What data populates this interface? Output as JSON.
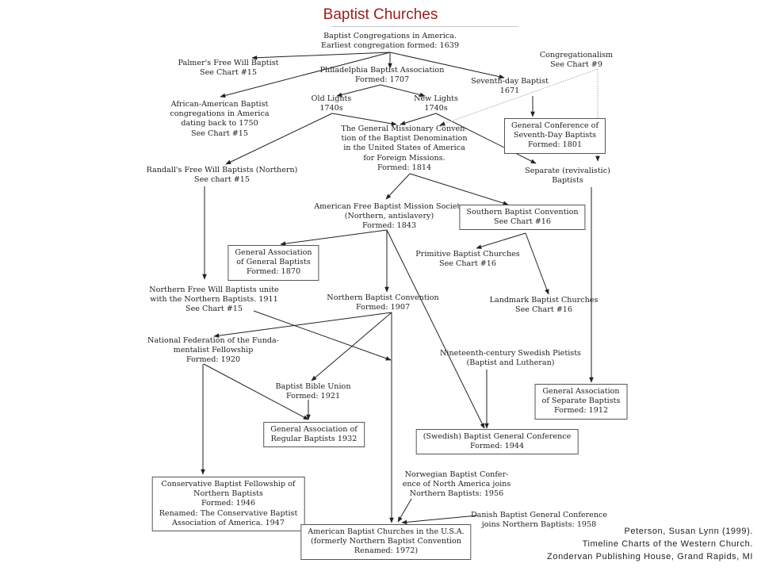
{
  "title": "Baptist Churches",
  "nodes": {
    "root": [
      "Baptist Congregations in America.",
      "Earliest congregation formed: 1639"
    ],
    "palmer": [
      "Palmer's Free Will Baptist",
      "See Chart #15"
    ],
    "philadelphia": [
      "Philadelphia Baptist Association",
      "Formed: 1707"
    ],
    "seventh_day": [
      "Seventh-day Baptist",
      "1671"
    ],
    "congregationalism": [
      "Congregationalism",
      "See Chart #9"
    ],
    "african_american": [
      "African-American Baptist",
      "congregations in America",
      "dating back to 1750",
      "See Chart #15"
    ],
    "old_lights": [
      "Old Lights",
      "1740s"
    ],
    "new_lights": [
      "New Lights",
      "1740s"
    ],
    "general_conf_seventh_day": [
      "General Conference of",
      "Seventh-Day Baptists",
      "Formed: 1801"
    ],
    "general_missionary": [
      "The General Missionary Conven-",
      "tion of the Baptist Denomination",
      "in the United States of America",
      "for Foreign Missions.",
      "Formed: 1814"
    ],
    "randall": [
      "Randall's Free Will Baptists (Northern)",
      "See chart #15"
    ],
    "separate": [
      "Separate (revivalistic)",
      "Baptists"
    ],
    "american_free": [
      "American Free Baptist Mission Society",
      "(Northern, antislavery)",
      "Formed: 1843"
    ],
    "southern": [
      "Southern Baptist Convention",
      "See Chart #16"
    ],
    "general_assoc_general": [
      "General Association",
      "of General Baptists",
      "Formed: 1870"
    ],
    "primitive": [
      "Primitive Baptist Churches",
      "See Chart #16"
    ],
    "northern_free_will": [
      "Northern Free Will Baptists unite",
      "with the Northern Baptists. 1911",
      "See Chart #15"
    ],
    "northern_convention": [
      "Northern Baptist Convention",
      "Formed: 1907"
    ],
    "landmark": [
      "Landmark Baptist Churches",
      "See Chart #16"
    ],
    "national_federation": [
      "National Federation of the Funda-",
      "mentalist Fellowship",
      "Formed: 1920"
    ],
    "swedish_pietists": [
      "Nineteenth-century Swedish Pietists",
      "(Baptist and Lutheran)"
    ],
    "bible_union": [
      "Baptist Bible Union",
      "Formed: 1921"
    ],
    "general_assoc_separate": [
      "General Association",
      "of Separate Baptists",
      "Formed: 1912"
    ],
    "garb": [
      "General Association of",
      "Regular Baptists 1932"
    ],
    "swedish_conf": [
      "(Swedish) Baptist General Conference",
      "Formed: 1944"
    ],
    "norwegian": [
      "Norwegian Baptist Confer-",
      "ence of North America joins",
      "Northern Baptists: 1956"
    ],
    "conservative": [
      "Conservative Baptist Fellowship of",
      "Northern Baptists",
      "Formed: 1946",
      "Renamed: The Conservative Baptist",
      "Association of America. 1947"
    ],
    "danish": [
      "Danish Baptist General Conference",
      "joins Northern Baptists: 1958"
    ],
    "american_baptist_usa": [
      "American Baptist Churches in the U.S.A.",
      "(formerly Northern Baptist Convention",
      "Renamed: 1972)"
    ]
  },
  "credit": [
    "Peterson, Susan Lynn (1999).",
    "Timeline Charts of the Western Church.",
    "Zondervan Publishing House,  Grand Rapids, MI"
  ],
  "colors": {
    "title": "#9b1c1c",
    "line": "#222222",
    "dotted": "#aaaaaa"
  }
}
